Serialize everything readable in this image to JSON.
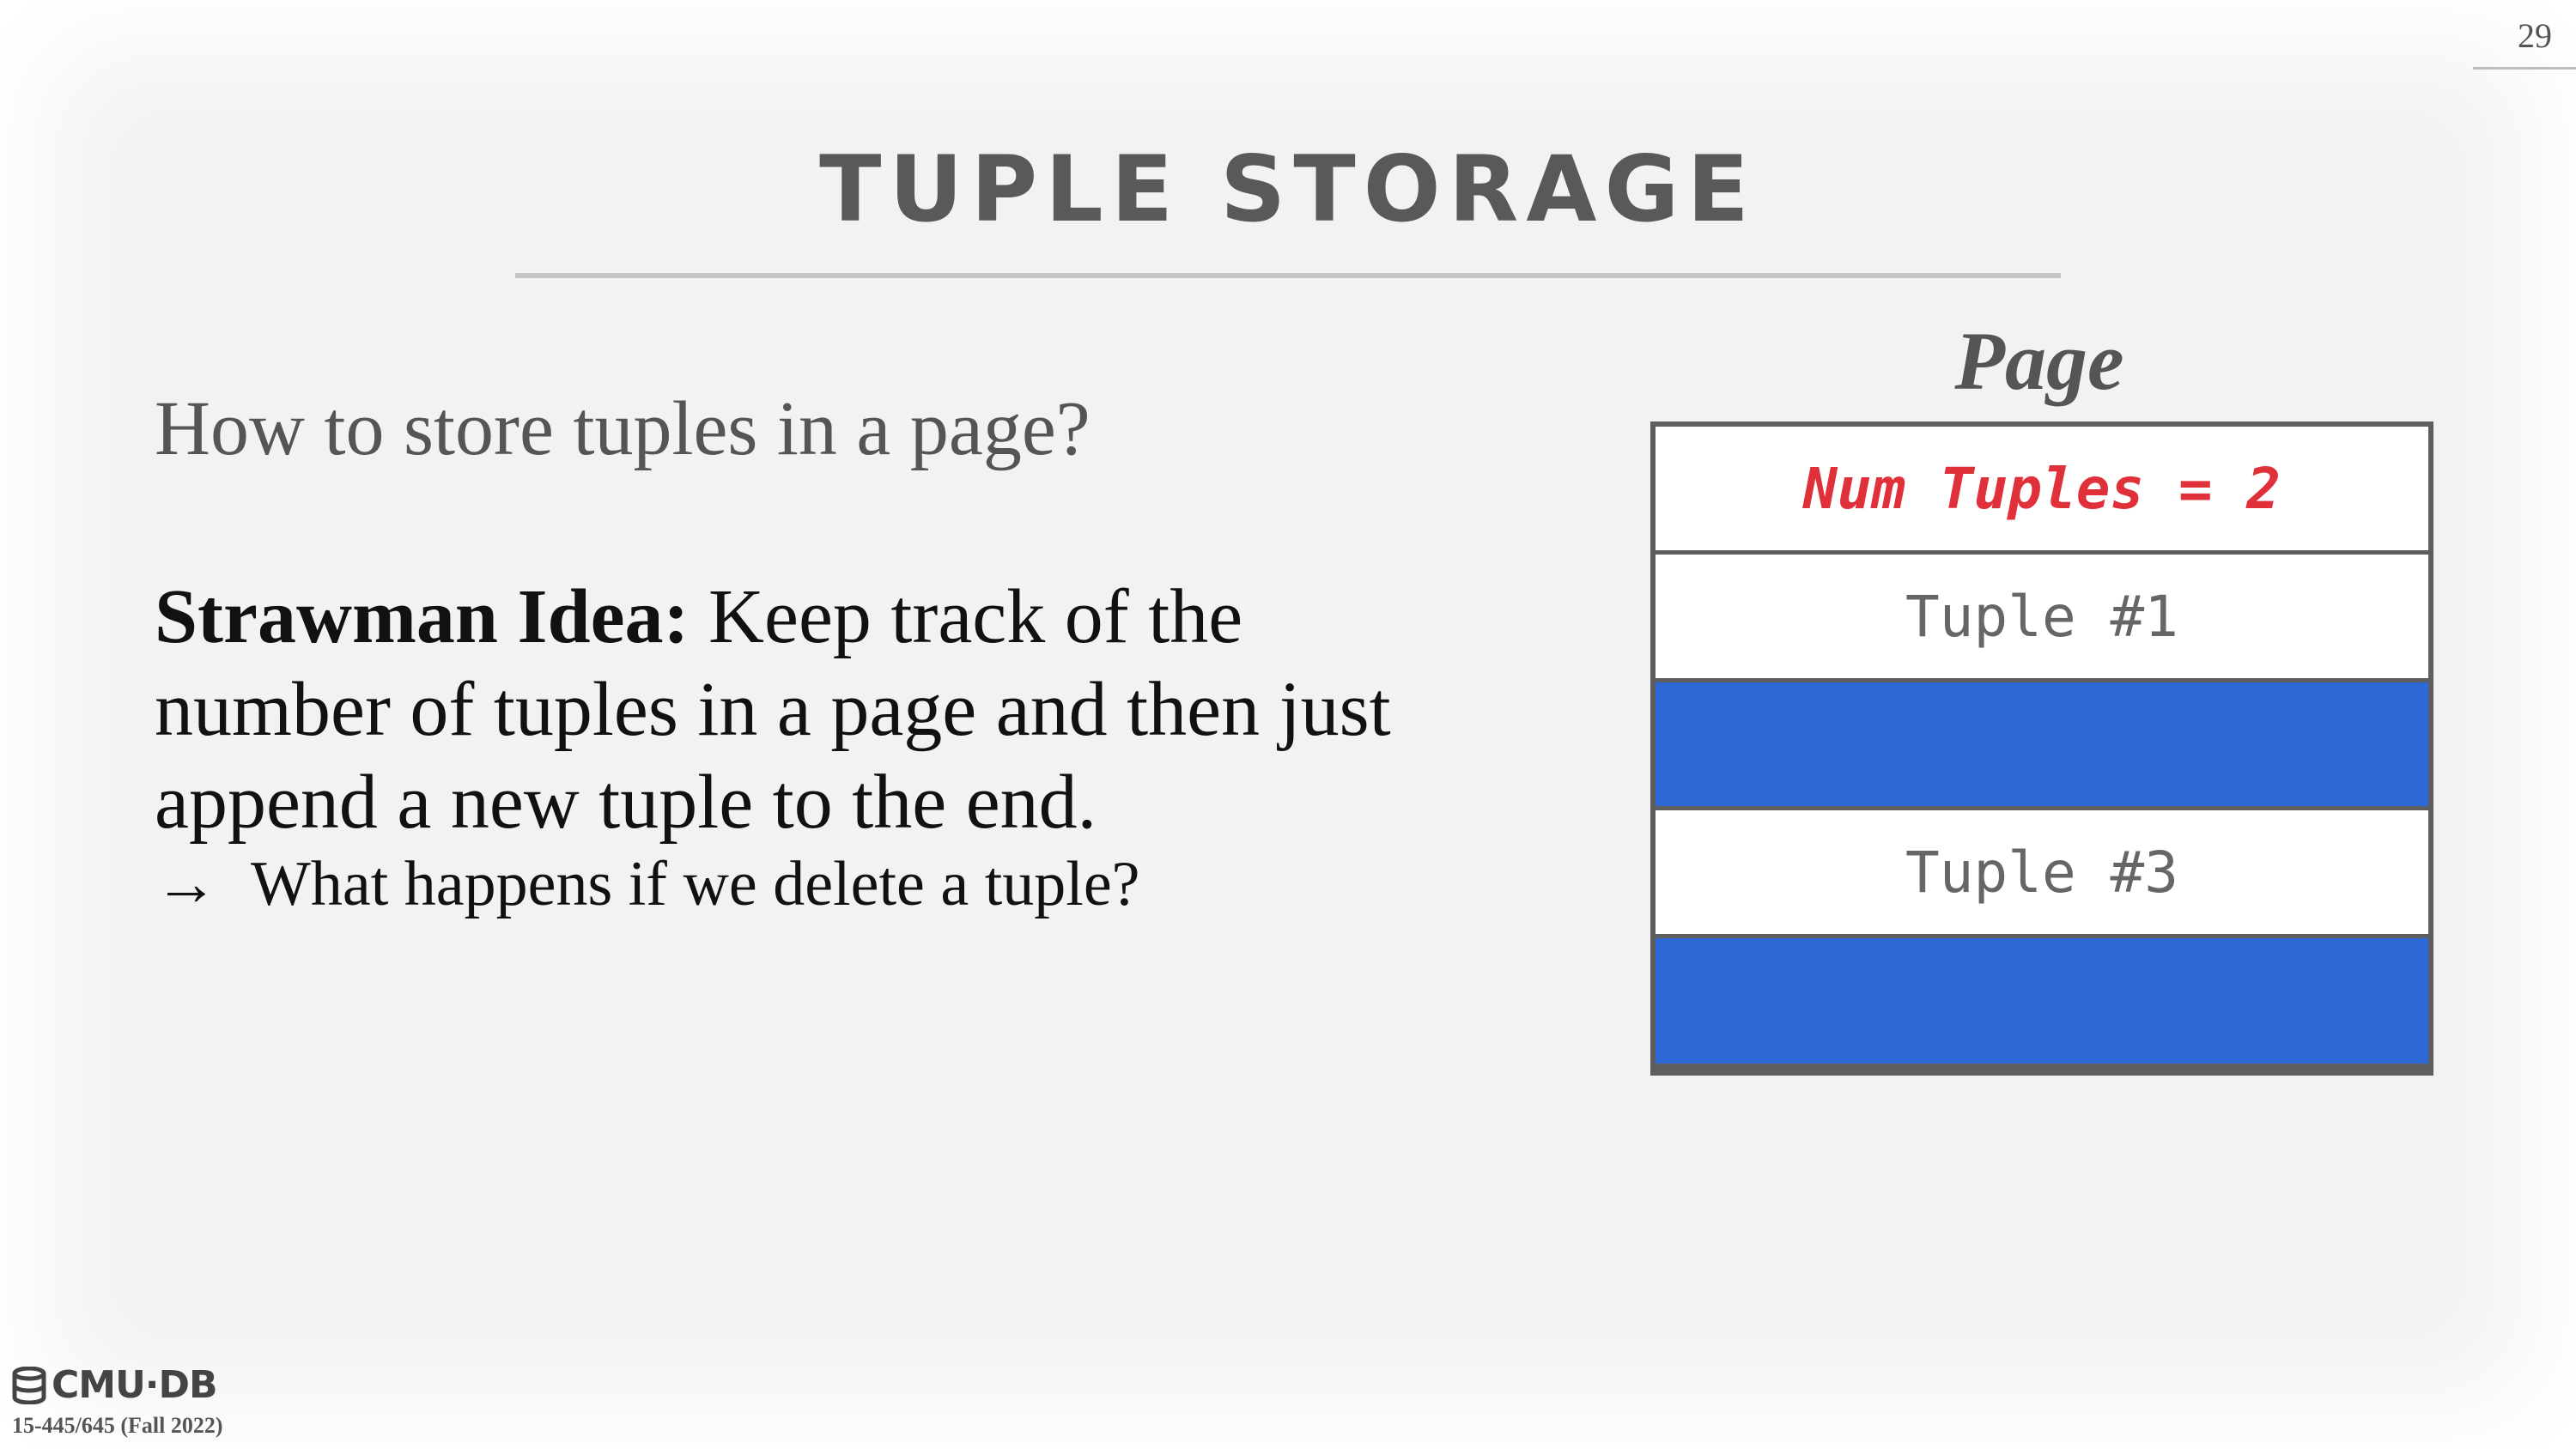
{
  "slide": {
    "page_number": "29",
    "title": "TUPLE STORAGE",
    "question": "How to store tuples in a page?",
    "idea": {
      "lead": "Strawman Idea:",
      "text": "Keep track of the number of tuples in a page and then just append a new tuple to the end."
    },
    "bullet": {
      "arrow": "→",
      "text": "What happens if we delete a tuple?"
    }
  },
  "diagram": {
    "label": "Page",
    "slots": [
      {
        "text": "Num Tuples = 2",
        "kind": "header"
      },
      {
        "text": "Tuple #1",
        "kind": "tuple"
      },
      {
        "text": "",
        "kind": "free"
      },
      {
        "text": "Tuple #3",
        "kind": "tuple"
      },
      {
        "text": "",
        "kind": "free"
      }
    ],
    "colors": {
      "header_text": "#e0303a",
      "free_slot": "#2c69d6",
      "border": "#5e5e5e"
    }
  },
  "footer": {
    "logo_text": "CMU·DB",
    "logo_icon": "database-icon",
    "course": "15-445/645 (Fall 2022)"
  }
}
